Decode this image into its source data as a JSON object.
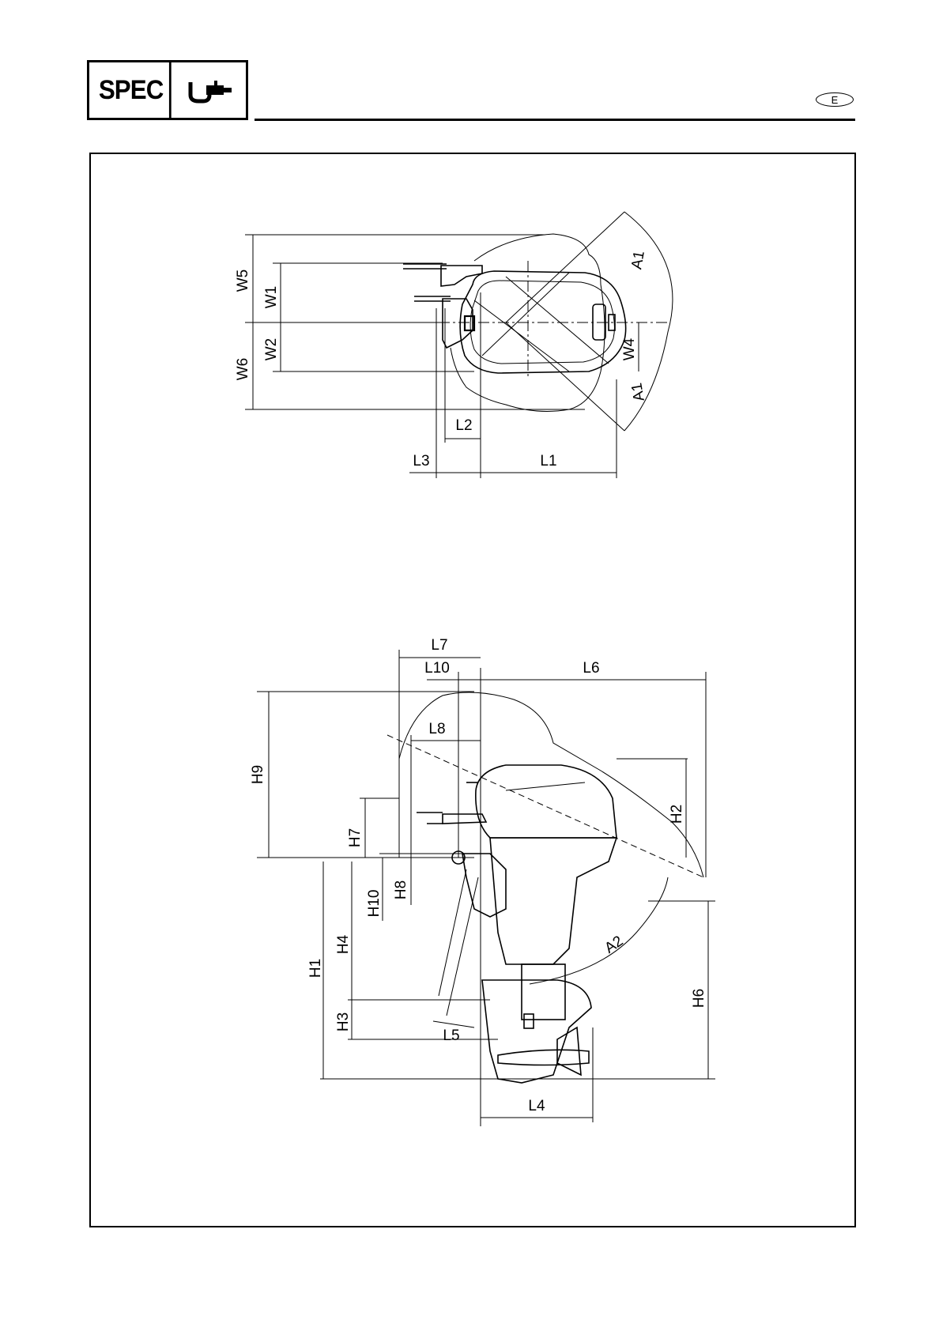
{
  "header": {
    "section_label": "SPEC",
    "section_icon": "caliper-icon",
    "language": "E"
  },
  "top_view": {
    "labels": {
      "W5": "W5",
      "W1": "W1",
      "W2": "W2",
      "W6": "W6",
      "W4": "W4",
      "A1_upper": "A1",
      "A1_lower": "A1",
      "L2": "L2",
      "L3": "L3",
      "L1": "L1"
    }
  },
  "side_view": {
    "labels": {
      "L7": "L7",
      "L10": "L10",
      "L6": "L6",
      "L8": "L8",
      "H9": "H9",
      "H7": "H7",
      "H2": "H2",
      "H8": "H8",
      "H10": "H10",
      "H4": "H4",
      "H1": "H1",
      "H3": "H3",
      "H6": "H6",
      "A2": "A2",
      "L5": "L5",
      "L4": "L4"
    }
  },
  "colors": {
    "ink": "#000000",
    "paper": "#ffffff"
  }
}
